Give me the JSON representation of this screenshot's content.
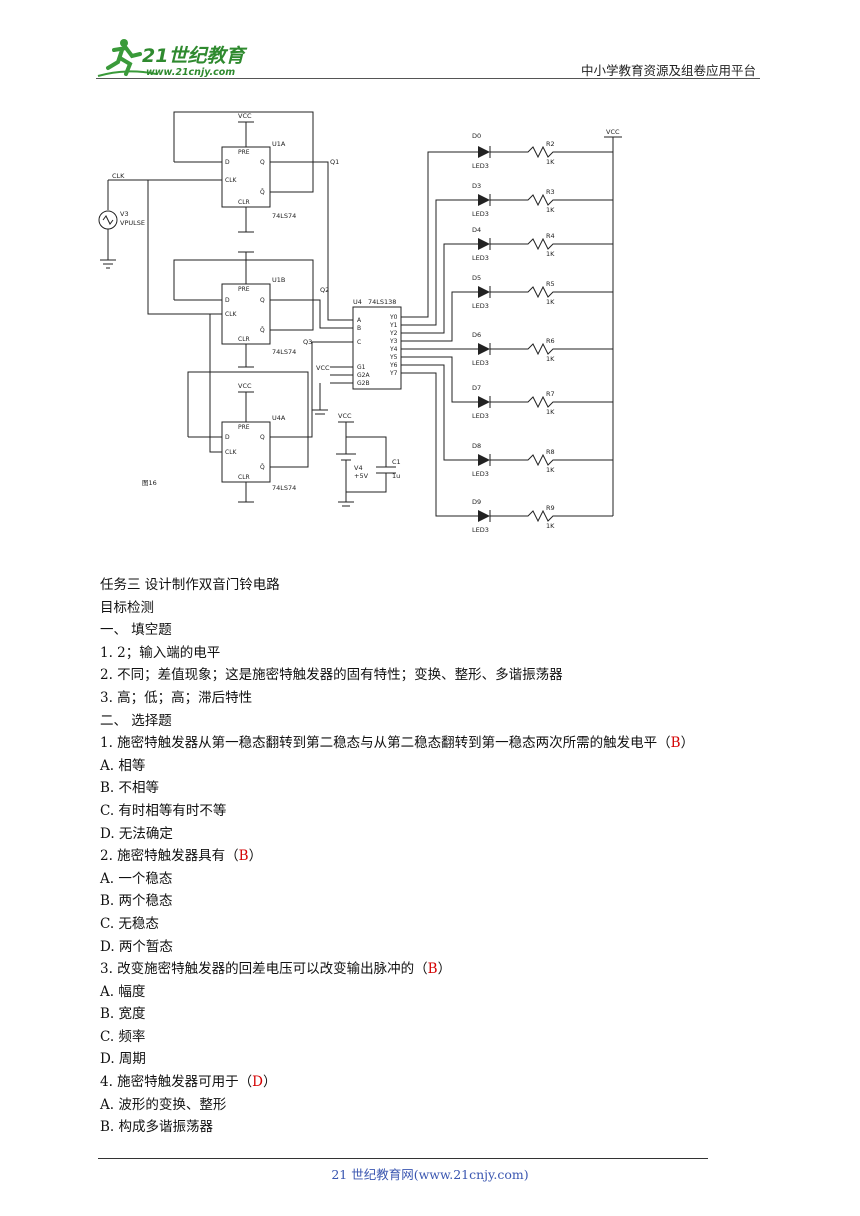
{
  "header": {
    "logo_text": "21世纪教育",
    "logo_url": "www.21cnjy.com",
    "right_text": "中小学教育资源及组卷应用平台"
  },
  "circuit": {
    "clk": "CLK",
    "source": "V3",
    "source_type": "VPULSE",
    "u1a": "U1A",
    "u1b": "U1B",
    "u4a": "U4A",
    "ic_74ls74": "74LS74",
    "decoder": "U4",
    "decoder_type": "74LS138",
    "vcc": "VCC",
    "battery": "V4",
    "battery_value": "+5V",
    "cap": "C1",
    "cap_value": "1u",
    "fig": "图16",
    "q1": "Q1",
    "q2": "Q2",
    "q3": "Q3",
    "leds": [
      "D0",
      "D3",
      "D4",
      "D5",
      "D6",
      "D7",
      "D8",
      "D9"
    ],
    "resistors": [
      "R2",
      "R3",
      "R4",
      "R5",
      "R6",
      "R7",
      "R8",
      "R9"
    ],
    "res_value": "1K",
    "led_type": "LED3"
  },
  "content": {
    "task_title": "任务三  设计制作双音门铃电路",
    "target": "目标检测",
    "sec1": "一、    填空题",
    "fill1": "1. 2；输入端的电平",
    "fill2": "2. 不同；差值现象；这是施密特触发器的固有特性；变换、整形、多谐振荡器",
    "fill3": "3. 高；低；高；滞后特性",
    "sec2": "二、    选择题",
    "questions": [
      {
        "stem": "1. 施密特触发器从第一稳态翻转到第二稳态与从第二稳态翻转到第一稳态两次所需的触发电平（",
        "answer": "B",
        "close": "）",
        "options": [
          "A.   相等",
          "B.   不相等",
          "C.   有时相等有时不等",
          "D.   无法确定"
        ]
      },
      {
        "stem": "2. 施密特触发器具有（",
        "answer": "B",
        "close": "）",
        "options": [
          "A.   一个稳态",
          "B.   两个稳态",
          "C.   无稳态",
          "D.   两个暂态"
        ]
      },
      {
        "stem": "3. 改变施密特触发器的回差电压可以改变输出脉冲的（",
        "answer": "B",
        "close": "）",
        "options": [
          "A.   幅度",
          "B.   宽度",
          "C.   频率",
          "D.   周期"
        ]
      },
      {
        "stem": "4. 施密特触发器可用于（",
        "answer": "D",
        "close": "）",
        "options": [
          "A.   波形的变换、整形",
          "B.   构成多谐振荡器"
        ]
      }
    ]
  },
  "footer": {
    "text": "21 世纪教育网(www.21cnjy.com)"
  }
}
